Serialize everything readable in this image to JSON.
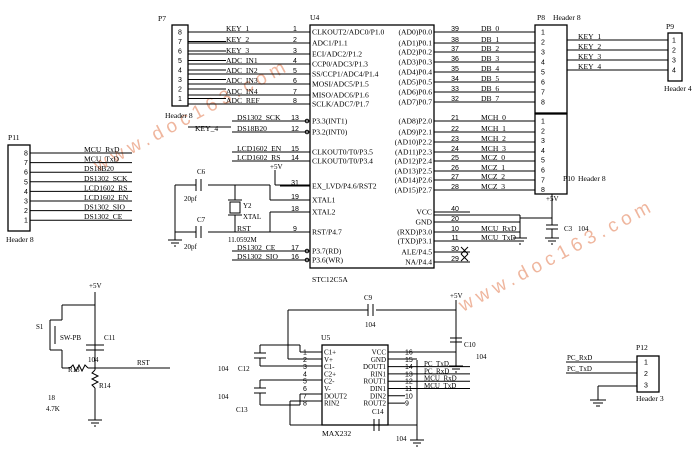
{
  "watermarks": [
    "www.doc163.com",
    "www.doc163.com"
  ],
  "u4": {
    "ref": "U4",
    "part": "STC12C5A",
    "left_pins": [
      {
        "n": "1",
        "name": "CLKOUT2/ADC0/P1.0"
      },
      {
        "n": "2",
        "name": "ADC1/P1.1"
      },
      {
        "n": "3",
        "name": "ECI/ADC2/P1.2"
      },
      {
        "n": "4",
        "name": "CCP0/ADC3/P1.3"
      },
      {
        "n": "5",
        "name": "SS/CCP1/ADC4/P1.4"
      },
      {
        "n": "6",
        "name": "MOSI/ADC5/P1.5"
      },
      {
        "n": "7",
        "name": "MISO/ADC6/P1.6"
      },
      {
        "n": "8",
        "name": "SCLK/ADC7/P1.7"
      },
      {
        "n": "13",
        "name": "P3.3(INT1)"
      },
      {
        "n": "12",
        "name": "P3.2(INT0)"
      },
      {
        "n": "15",
        "name": "CLKOUT0/T0/P3.5"
      },
      {
        "n": "14",
        "name": "CLKOUT0/T0/P3.4"
      },
      {
        "n": "31",
        "name": "EX_LVD/P4.6/RST2"
      },
      {
        "n": "19",
        "name": "XTAL1"
      },
      {
        "n": "18",
        "name": "XTAL2"
      },
      {
        "n": "9",
        "name": "RST/P4.7"
      },
      {
        "n": "17",
        "name": "P3.7(RD)"
      },
      {
        "n": "16",
        "name": "P3.6(WR)"
      }
    ],
    "right_pins": [
      {
        "n": "39",
        "name": "(AD0)P0.0"
      },
      {
        "n": "38",
        "name": "(AD1)P0.1"
      },
      {
        "n": "37",
        "name": "(AD2)P0.2"
      },
      {
        "n": "36",
        "name": "(AD3)P0.3"
      },
      {
        "n": "35",
        "name": "(AD4)P0.4"
      },
      {
        "n": "34",
        "name": "(AD5)P0.5"
      },
      {
        "n": "33",
        "name": "(AD6)P0.6"
      },
      {
        "n": "32",
        "name": "(AD7)P0.7"
      },
      {
        "n": "21",
        "name": "(AD8)P2.0"
      },
      {
        "n": "22",
        "name": "(AD9)P2.1"
      },
      {
        "n": "23",
        "name": "(AD10)P2.2"
      },
      {
        "n": "24",
        "name": "(AD11)P2.3"
      },
      {
        "n": "25",
        "name": "(AD12)P2.4"
      },
      {
        "n": "26",
        "name": "(AD13)P2.5"
      },
      {
        "n": "27",
        "name": "(AD14)P2.6"
      },
      {
        "n": "28",
        "name": "(AD15)P2.7"
      },
      {
        "n": "40",
        "name": "VCC"
      },
      {
        "n": "20",
        "name": "GND"
      },
      {
        "n": "10",
        "name": "(RXD)P3.0"
      },
      {
        "n": "11",
        "name": "(TXD)P3.1"
      },
      {
        "n": "30",
        "name": "ALE/P4.5"
      },
      {
        "n": "29",
        "name": "NA/P4.4"
      }
    ],
    "left_nets": [
      "KEY_1",
      "KEY_2",
      "KEY_3",
      "ADC_IN1",
      "ADC_IN2",
      "ADC_IN3",
      "ADC_IN4",
      "ADC_REF",
      "DS1302_SCK",
      "DS18B20",
      "LCD1602_EN",
      "LCD1602_RS",
      "",
      "",
      "",
      "RST",
      "DS1302_CE",
      "DS1302_SIO"
    ],
    "right_nets": [
      "DB_0",
      "DB_1",
      "DB_2",
      "DB_3",
      "DB_4",
      "DB_5",
      "DB_6",
      "DB_7",
      "MCH_0",
      "MCH_1",
      "MCH_2",
      "MCH_3",
      "MCZ_0",
      "MCZ_1",
      "MCZ_2",
      "MCZ_3",
      "",
      "",
      "MCU_RxD",
      "MCU_TxD",
      "",
      ""
    ],
    "key4_net": "KEY_4",
    "p455": "+5V"
  },
  "p7": {
    "ref": "P7",
    "part": "Header 8",
    "pins": [
      "8",
      "7",
      "6",
      "5",
      "4",
      "3",
      "2",
      "1"
    ]
  },
  "p8": {
    "ref": "P8",
    "part": "Header 8",
    "pins": [
      "1",
      "2",
      "3",
      "4",
      "5",
      "6",
      "7",
      "8"
    ]
  },
  "p9": {
    "ref": "P9",
    "part": "Header 4",
    "pins": [
      "1",
      "2",
      "3",
      "4"
    ],
    "nets": [
      "KEY_1",
      "KEY_2",
      "KEY_3",
      "KEY_4"
    ]
  },
  "p10": {
    "ref": "P10",
    "part": "Header 8",
    "pins": [
      "1",
      "2",
      "3",
      "4",
      "5",
      "6",
      "7",
      "8"
    ],
    "vcc": "+5V"
  },
  "p11": {
    "ref": "P11",
    "part": "Header 8",
    "pins": [
      "8",
      "7",
      "6",
      "5",
      "4",
      "3",
      "2",
      "1"
    ],
    "nets": [
      "MCU_RxD",
      "MCU_TxD",
      "DS18B20",
      "DS1302_SCK",
      "LCD1602_RS",
      "LCD1602_EN",
      "DS1302_SIO",
      "DS1302_CE"
    ]
  },
  "p12": {
    "ref": "P12",
    "part": "Header 3",
    "pins": [
      "1",
      "2",
      "3"
    ],
    "nets": [
      "PC_RxD",
      "PC_TxD"
    ]
  },
  "u5": {
    "ref": "U5",
    "part": "MAX232",
    "left_pins": [
      {
        "n": "1",
        "name": "C1+"
      },
      {
        "n": "2",
        "name": "V+"
      },
      {
        "n": "3",
        "name": "C1-"
      },
      {
        "n": "4",
        "name": "C2+"
      },
      {
        "n": "5",
        "name": "C2-"
      },
      {
        "n": "6",
        "name": "V-"
      },
      {
        "n": "7",
        "name": "DOUT2"
      },
      {
        "n": "8",
        "name": "RIN2"
      }
    ],
    "right_pins": [
      {
        "n": "16",
        "name": "VCC"
      },
      {
        "n": "15",
        "name": "GND"
      },
      {
        "n": "14",
        "name": "DOUT1"
      },
      {
        "n": "13",
        "name": "RIN1"
      },
      {
        "n": "12",
        "name": "ROUT1"
      },
      {
        "n": "11",
        "name": "DIN1"
      },
      {
        "n": "10",
        "name": "DIN2"
      },
      {
        "n": "9",
        "name": "ROUT2"
      }
    ],
    "right_nets": [
      "",
      "",
      "PC_TxD",
      "PC_RxD",
      "MCU_RxD",
      "MCU_TxD",
      "",
      ""
    ]
  },
  "parts": {
    "c6": "C6",
    "c6v": "20pf",
    "c7": "C7",
    "c7v": "20pf",
    "y2": "Y2",
    "y2n": "XTAL",
    "y2v": "11.0592M",
    "c3": "C3",
    "c3v": "104",
    "c9": "C9",
    "c9v": "104",
    "c10": "C10",
    "c10v": "104",
    "c11": "C11",
    "c11v": "104",
    "c12": "C12",
    "c12v": "104",
    "c13": "C13",
    "c13v": "104",
    "c14": "C14",
    "c14v": "104",
    "s1": "S1",
    "s1n": "SW-PB",
    "r13": "R13",
    "r14": "R14",
    "r14a": "18",
    "r14v": "4.7K",
    "rst": "RST",
    "vcc_reset": "+5V",
    "vcc_u5": "+5V",
    "vcc_c3": "+5V"
  }
}
